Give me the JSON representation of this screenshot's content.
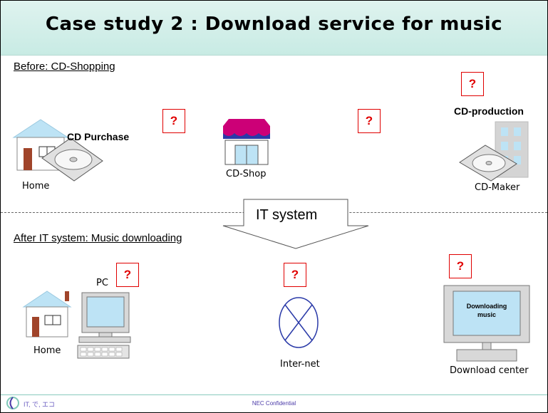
{
  "title": "Case study 2 : Download service for music",
  "before": {
    "section": "Before: CD-Shopping",
    "purchase": "CD Purchase",
    "home": "Home",
    "shop": "CD-Shop",
    "production": "CD-production",
    "maker": "CD-Maker",
    "q": "?"
  },
  "it_arrow": "IT system",
  "after": {
    "section": "After IT system: Music downloading",
    "pc": "PC",
    "home": "Home",
    "internet": "Inter-net",
    "downloading": "Downloading music",
    "center": "Download center",
    "q": "?"
  },
  "footer": {
    "confidential": "NEC Confidential",
    "logo_text": "IT, で, エコ"
  }
}
